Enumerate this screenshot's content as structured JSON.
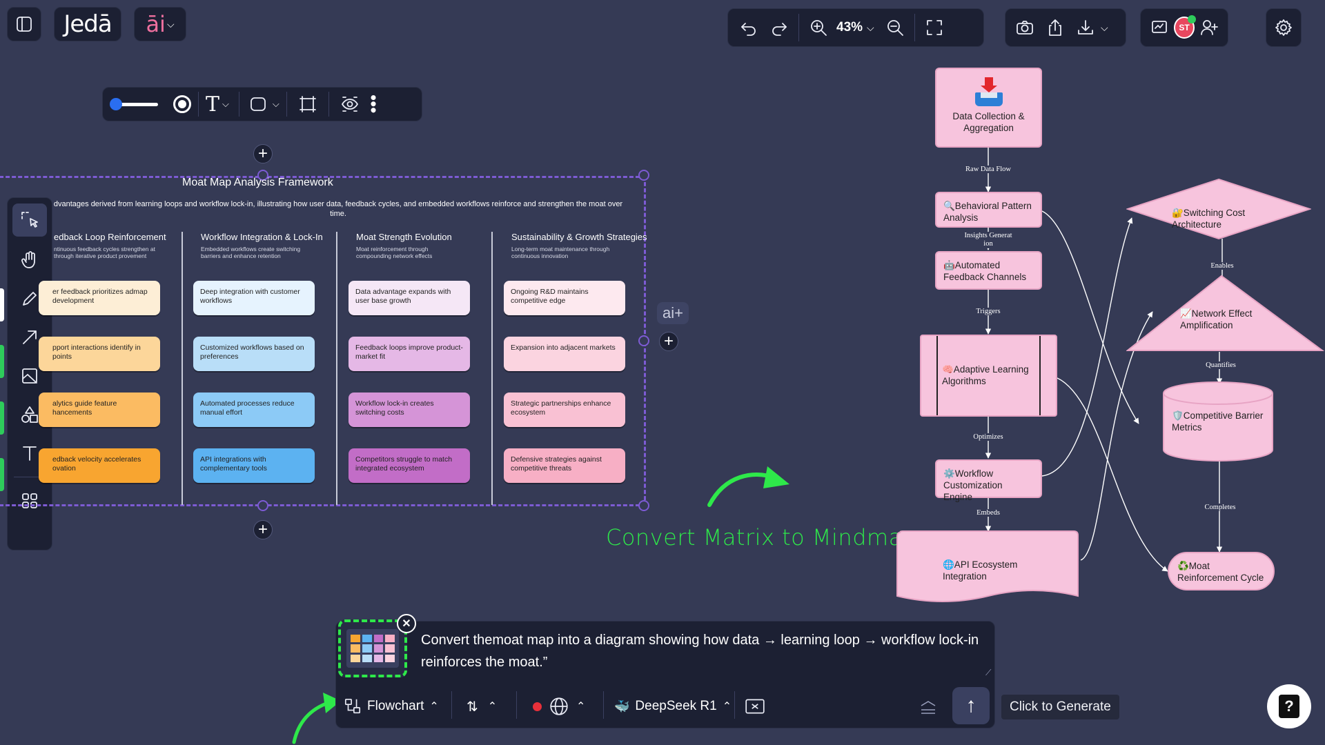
{
  "app": {
    "name": "Jedā",
    "ai_label": "āi"
  },
  "toolbar_right": {
    "zoom": "43%"
  },
  "user": {
    "initials": "ST"
  },
  "matrix": {
    "title": "Moat Map Analysis Framework",
    "description": "dvantages derived from learning loops and workflow lock-in, illustrating how user data, feedback cycles, and embedded workflows reinforce and strengthen the moat over time.",
    "columns": [
      {
        "title": "edback Loop Reinforcement",
        "subtitle": "ntinuous feedback cycles strengthen at through iterative product provement",
        "cards": [
          "er feedback prioritizes admap development",
          "pport interactions identify in points",
          "alytics guide feature hancements",
          "edback velocity accelerates ovation"
        ]
      },
      {
        "title": "Workflow Integration & Lock-In",
        "subtitle": "Embedded workflows create switching barriers and enhance retention",
        "cards": [
          "Deep integration with customer workflows",
          "Customized workflows based on preferences",
          "Automated processes reduce manual effort",
          "API integrations with complementary tools"
        ]
      },
      {
        "title": "Moat Strength Evolution",
        "subtitle": "Moat reinforcement through compounding network effects",
        "cards": [
          "Data advantage expands with user base growth",
          "Feedback loops improve product-market fit",
          "Workflow lock-in creates switching costs",
          "Competitors struggle to match integrated ecosystem"
        ]
      },
      {
        "title": "Sustainability & Growth Strategies",
        "subtitle": "Long-term moat maintenance through continuous innovation",
        "cards": [
          "Ongoing R&D maintains competitive edge",
          "Expansion into adjacent markets",
          "Strategic partnerships enhance ecosystem",
          "Defensive strategies against competitive threats"
        ]
      }
    ]
  },
  "ai_plus": "ai+",
  "annotation": "Convert Matrix to Mindmap",
  "flowchart": {
    "nodes": {
      "data_collection": "Data Collection & Aggregation",
      "behavioral": "🔍Behavioral Pattern Analysis",
      "automated_feedback": "🤖Automated Feedback Channels",
      "adaptive": "🧠Adaptive Learning Algorithms",
      "workflow_engine": "⚙️Workflow Customization Engine",
      "api_ecosystem": "🌐API Ecosystem Integration",
      "switching_cost": "🔐Switching Cost Architecture",
      "network_effect": "📈Network Effect Amplification",
      "barrier_metrics": "🛡️Competitive Barrier Metrics",
      "moat_cycle": "♻️Moat Reinforcement Cycle"
    },
    "edge_labels": {
      "raw_data_flow": "Raw Data Flow",
      "insights": "Insights Generat ion",
      "triggers": "Triggers",
      "optimizes": "Optimizes",
      "embeds": "Embeds",
      "enables": "Enables",
      "quantifies": "Quantifies",
      "completes": "Completes"
    }
  },
  "prompt": {
    "text": "Convert themoat map into a diagram showing how data → learning loop → workflow lock-in reinforces the moat.”",
    "diagram_type": "Flowchart",
    "model": "DeepSeek R1",
    "generate_tooltip": "Click to Generate"
  },
  "colors": {
    "background": "#353a55",
    "toolbar": "#1c2033",
    "frame": "#7d5bd4",
    "node": "#f7c4dd",
    "annotation": "#2ee84a"
  }
}
